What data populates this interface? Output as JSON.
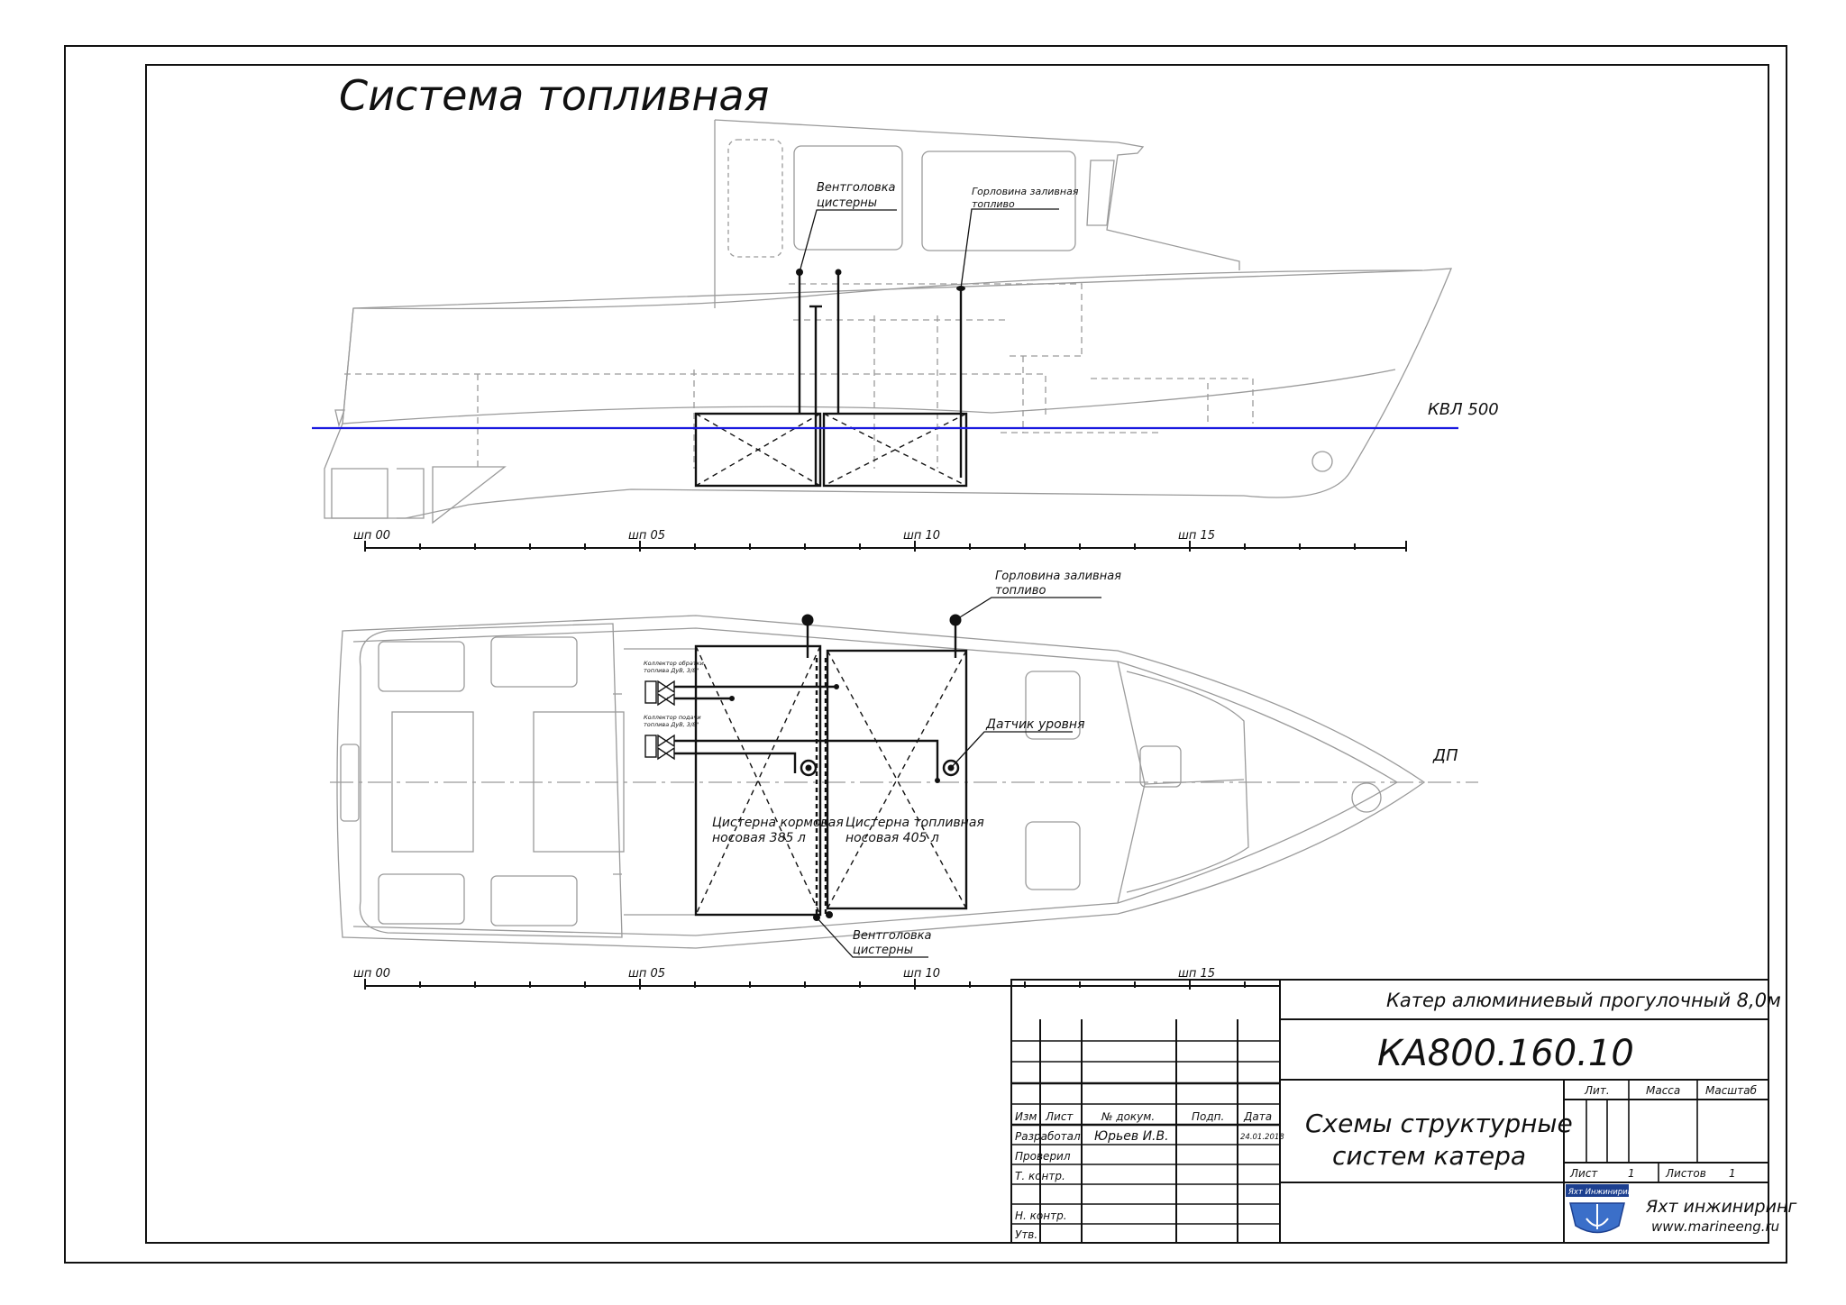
{
  "title": "Система топливная",
  "side_view": {
    "waterline_label": "КВЛ 500",
    "vent_head_label": [
      "Вентголовка",
      "цистерны"
    ],
    "filler_label": [
      "Горловина заливная",
      "топливо"
    ],
    "frame_labels": [
      "шп 00",
      "шп 05",
      "шп 10",
      "шп 15"
    ]
  },
  "plan_view": {
    "filler_label": [
      "Горловина заливная",
      "топливо"
    ],
    "level_sensor_label": "Датчик уровня",
    "centerline_label": "ДП",
    "tank_aft_label": [
      "Цистерна кормовая",
      "носовая 385 л"
    ],
    "tank_fwd_label": [
      "Цистерна топливная",
      "носовая 405 л"
    ],
    "vent_head_label": [
      "Вентголовка",
      "цистерны"
    ],
    "collector_return_label": [
      "Коллектор обратки",
      "топлива ДуВ, 3/8\""
    ],
    "collector_supply_label": [
      "Коллектор подачи",
      "топлива ДуВ, 3/8\""
    ],
    "frame_labels": [
      "шп 00",
      "шп 05",
      "шп 10",
      "шп 15"
    ]
  },
  "title_block": {
    "product": "Катер алюминиевый прогулочный 8,0м",
    "designation": "КА800.160.10",
    "doc_title": [
      "Схемы структурные",
      "систем катера"
    ],
    "col_headers": [
      "Изм",
      "Лист",
      "№ докум.",
      "Подп.",
      "Дата"
    ],
    "row_labels": [
      "Разработал",
      "Проверил",
      "Т. контр.",
      "Н. контр.",
      "Утв."
    ],
    "developer": "Юрьев И.В.",
    "date": "24.01.2018",
    "lit_label": "Лит.",
    "mass_label": "Масса",
    "scale_label": "Масштаб",
    "sheet_label": "Лист",
    "sheet_value": "1",
    "sheets_label": "Листов",
    "sheets_value": "1",
    "logo_text": "Яхт Инжиниринг",
    "company": "Яхт инжиниринг",
    "website": "www.marineeng.ru"
  },
  "colors": {
    "waterline": "#1a1ae0",
    "ink": "#111111",
    "faint": "#9a9a9a"
  }
}
